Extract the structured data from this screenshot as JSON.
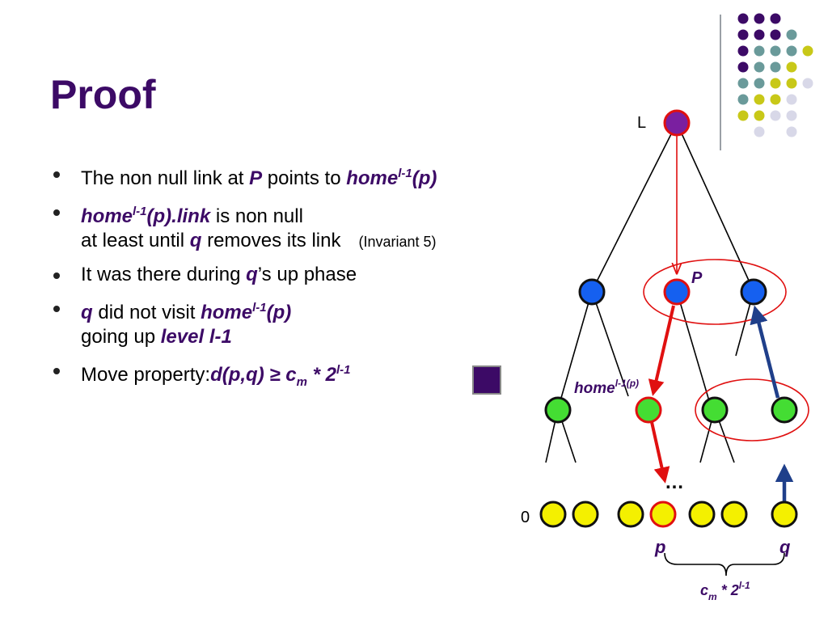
{
  "title": "Proof",
  "bullets": [
    {
      "pre": "The non null link at ",
      "P": "P",
      "mid": " points to ",
      "home": "home",
      "sup": "l-1",
      "arg": "(p)"
    },
    {
      "home": "home",
      "sup": "l-1",
      "arg": "(p).link",
      "tail": " is non null",
      "line2_pre": "at least until ",
      "q": "q",
      "line2_post": " removes its link",
      "note": "(Invariant 5)"
    },
    {
      "pre": "It was there during ",
      "q": "q",
      "post": "’s up phase"
    },
    {
      "q": "q",
      "mid": " did not visit ",
      "home": "home",
      "sup": "l-1",
      "arg": "(p)",
      "line2_pre": "going up ",
      "level": "level l-1"
    },
    {
      "pre": "Move property:",
      "formula": "d(p,q) ≥ c",
      "sub": "m",
      "formula2": " * 2",
      "sup": "l-1"
    }
  ],
  "diagram": {
    "label_top": "L",
    "label_bottom": "0",
    "label_P": "P",
    "label_home": "home",
    "label_home_sup": "l-1(p)",
    "label_p": "p",
    "label_q": "q",
    "ellipsis": "…",
    "brace_c": "c",
    "brace_sub": "m",
    "brace_mid": " * 2",
    "brace_sup": "l-1"
  },
  "colors": {
    "title": "#3c0a66",
    "accent": "#3c0a66",
    "red": "#e01010",
    "blue_arrow": "#1f3f8a",
    "node_purple": "#7a1fa0",
    "node_blue": "#1560f0",
    "node_green": "#44dd33",
    "node_yellow": "#f4f000",
    "deco_purple": "#3c0a66",
    "deco_teal": "#6a9a9a",
    "deco_yellow": "#c8c818",
    "deco_lavender": "#d8d8e8"
  }
}
